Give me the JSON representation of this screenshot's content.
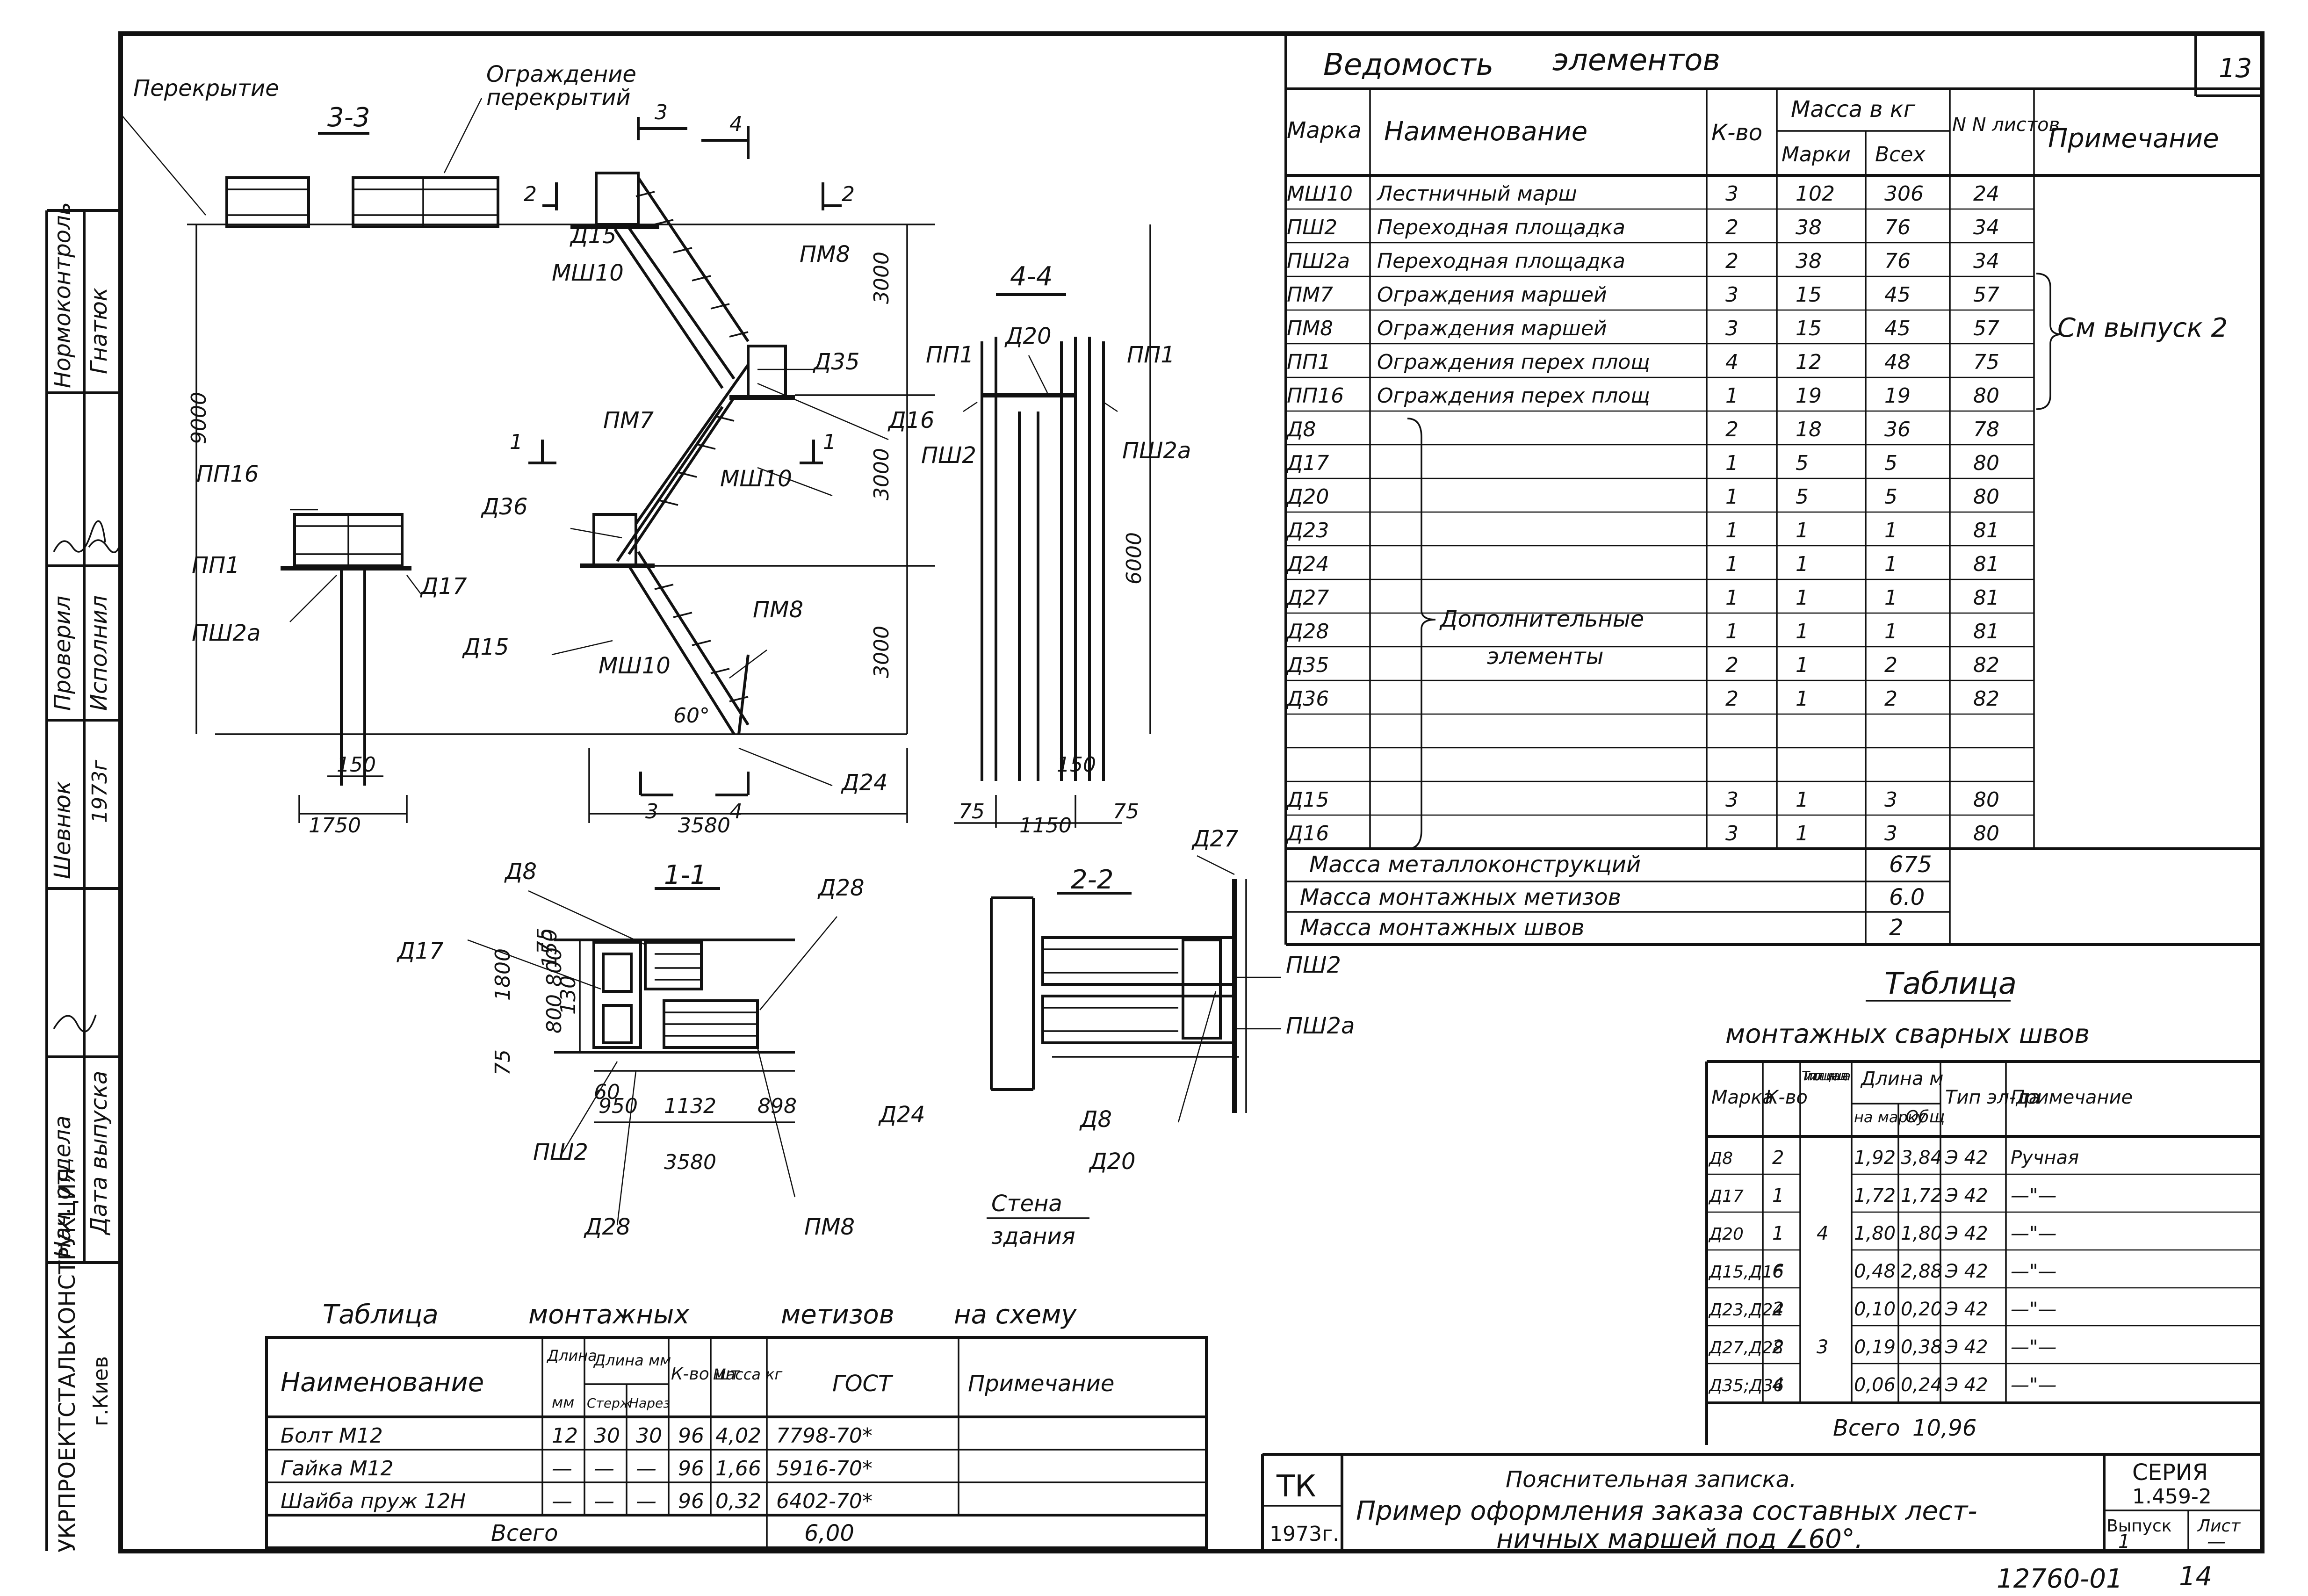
{
  "sheet": {
    "number": "13",
    "bottom_code": "12760-01",
    "bottom_page": "14",
    "org": "УКРПРОЕКТСТАЛЬКОНСТРУКЦИЯ",
    "city": "г.Киев",
    "left_labels": [
      "Нач. отдела",
      "Шевнюк",
      "Проверил",
      "Исполнил",
      "Дата выпуска",
      "1973г",
      "Нормоконтроль",
      "Гнатюк"
    ]
  },
  "drawing": {
    "section_33": {
      "title": "3-3",
      "label_slab": "Перекрытие",
      "label_fence": [
        "Ограждение",
        "перекрытий"
      ]
    },
    "section_44": {
      "title": "4-4"
    },
    "section_11": {
      "title": "1-1"
    },
    "section_22": {
      "title": "2-2"
    },
    "cut_marks": [
      "3",
      "4",
      "2",
      "2",
      "1",
      "1",
      "3",
      "4"
    ],
    "labels": [
      "Д15",
      "МШ10",
      "ПМ8",
      "Д35",
      "ПМ7",
      "Д16",
      "МШ10",
      "Д36",
      "Д15",
      "МШ10",
      "ПМ8",
      "Д24",
      "ПП16",
      "ПП1",
      "Д17",
      "ПШ2а",
      "ПП1",
      "Д20",
      "ПП1",
      "ПШ2",
      "ПШ2а",
      "Д8",
      "Д17",
      "Д28",
      "ПШ2",
      "Д28",
      "Д24",
      "ПМ8",
      "Д27",
      "ПШ2",
      "ПШ2а",
      "Д8",
      "Д20"
    ],
    "dims": [
      "3000",
      "3000",
      "3000",
      "9000",
      "6000",
      "150",
      "1750",
      "3580",
      "75",
      "1150",
      "75",
      "150",
      "60°",
      "1800",
      "800",
      "800",
      "75",
      "75",
      "950",
      "1132",
      "898",
      "3580",
      "60",
      "130",
      "150"
    ],
    "wall_label": [
      "Стена",
      "здания"
    ]
  },
  "elements_table": {
    "title": [
      "Ведомость",
      "элементов"
    ],
    "headers": {
      "mark": "Марка",
      "name": "Наименование",
      "qty": "К-во",
      "mass": "Масса в кг",
      "mass_one": "Марки",
      "mass_all": "Всех",
      "sheets": "N N листов",
      "note": "Примечание"
    },
    "rows": [
      [
        "МШ10",
        "Лестничный марш",
        "3",
        "102",
        "306",
        "24"
      ],
      [
        "ПШ2",
        "Переходная площадка",
        "2",
        "38",
        "76",
        "34"
      ],
      [
        "ПШ2а",
        "Переходная площадка",
        "2",
        "38",
        "76",
        "34"
      ],
      [
        "ПМ7",
        "Ограждения маршей",
        "3",
        "15",
        "45",
        "57"
      ],
      [
        "ПМ8",
        "Ограждения маршей",
        "3",
        "15",
        "45",
        "57"
      ],
      [
        "ПП1",
        "Ограждения перех площ",
        "4",
        "12",
        "48",
        "75"
      ],
      [
        "ПП16",
        "Ограждения перех площ",
        "1",
        "19",
        "19",
        "80"
      ],
      [
        "Д8",
        "",
        "2",
        "18",
        "36",
        "78"
      ],
      [
        "Д17",
        "",
        "1",
        "5",
        "5",
        "80"
      ],
      [
        "Д20",
        "",
        "1",
        "5",
        "5",
        "80"
      ],
      [
        "Д23",
        "",
        "1",
        "1",
        "1",
        "81"
      ],
      [
        "Д24",
        "",
        "1",
        "1",
        "1",
        "81"
      ],
      [
        "Д27",
        "",
        "1",
        "1",
        "1",
        "81"
      ],
      [
        "Д28",
        "",
        "1",
        "1",
        "1",
        "81"
      ],
      [
        "Д35",
        "",
        "2",
        "1",
        "2",
        "82"
      ],
      [
        "Д36",
        "",
        "2",
        "1",
        "2",
        "82"
      ],
      [
        "",
        "",
        "",
        "",
        "",
        ""
      ],
      [
        "",
        "",
        "",
        "",
        "",
        ""
      ],
      [
        "Д15",
        "",
        "3",
        "1",
        "3",
        "80"
      ],
      [
        "Д16",
        "",
        "3",
        "1",
        "3",
        "80"
      ]
    ],
    "note_group": "См выпуск 2",
    "additional": [
      "Дополнительные",
      "элементы"
    ],
    "totals": [
      {
        "label": "Масса металлоконструкций",
        "value": "675"
      },
      {
        "label": "Масса монтажных метизов",
        "value": "6.0"
      },
      {
        "label": "Масса монтажных швов",
        "value": "2"
      }
    ]
  },
  "welds_table": {
    "title": [
      "Таблица",
      "монтажных сварных швов"
    ],
    "headers": {
      "mark": "Марка",
      "qty": "К-во",
      "type": "Тип и толщина шва",
      "length": "Длина м",
      "len_one": "на марку",
      "len_all": "Общ",
      "electrode": "Тип эл-да",
      "note": "Примечание"
    },
    "rows": [
      [
        "Д8",
        "2",
        "",
        "1,92",
        "3,84",
        "Э 42",
        "Ручная"
      ],
      [
        "Д17",
        "1",
        "",
        "1,72",
        "1,72",
        "Э 42",
        "—\"—"
      ],
      [
        "Д20",
        "1",
        "4",
        "1,80",
        "1,80",
        "Э 42",
        "—\"—"
      ],
      [
        "Д15,Д16",
        "6",
        "",
        "0,48",
        "2,88",
        "Э 42",
        "—\"—"
      ],
      [
        "Д23,Д24",
        "2",
        "",
        "0,10",
        "0,20",
        "Э 42",
        "—\"—"
      ],
      [
        "Д27,Д28",
        "2",
        "3",
        "0,19",
        "0,38",
        "Э 42",
        "—\"—"
      ],
      [
        "Д35;Д36",
        "4",
        "",
        "0,06",
        "0,24",
        "Э 42",
        "—\"—"
      ]
    ],
    "total_label": "Всего",
    "total_value": "10,96"
  },
  "hardware_table": {
    "title": [
      "Таблица",
      "монтажных",
      "метизов",
      "на схему"
    ],
    "headers": {
      "name": "Наименование",
      "dlina": "Длина",
      "mm": "мм",
      "dlina2": "Длина мм",
      "sterzh": "Стерж",
      "narez": "Нарез",
      "qty": "К-во шт",
      "mass": "Масса кг",
      "gost": "ГОСТ",
      "note": "Примечание"
    },
    "rows": [
      [
        "Болт М12",
        "12",
        "30",
        "30",
        "96",
        "4,02",
        "7798-70*"
      ],
      [
        "Гайка М12",
        "—",
        "—",
        "—",
        "96",
        "1,66",
        "5916-70*"
      ],
      [
        "Шайба пруж 12Н",
        "—",
        "—",
        "—",
        "96",
        "0,32",
        "6402-70*"
      ]
    ],
    "total_label": "Всего",
    "total_value": "6,00"
  },
  "title_block": {
    "tk": "ТК",
    "year": "1973г.",
    "line1": "Пояснительная записка.",
    "line2": "Пример оформления заказа составных лест-",
    "line3": "ничных маршей под ∠60°.",
    "series_label": "СЕРИЯ",
    "series": "1.459-2",
    "issue_label": "Выпуск",
    "issue": "1",
    "sheet_label": "Лист",
    "sheet": "—"
  }
}
